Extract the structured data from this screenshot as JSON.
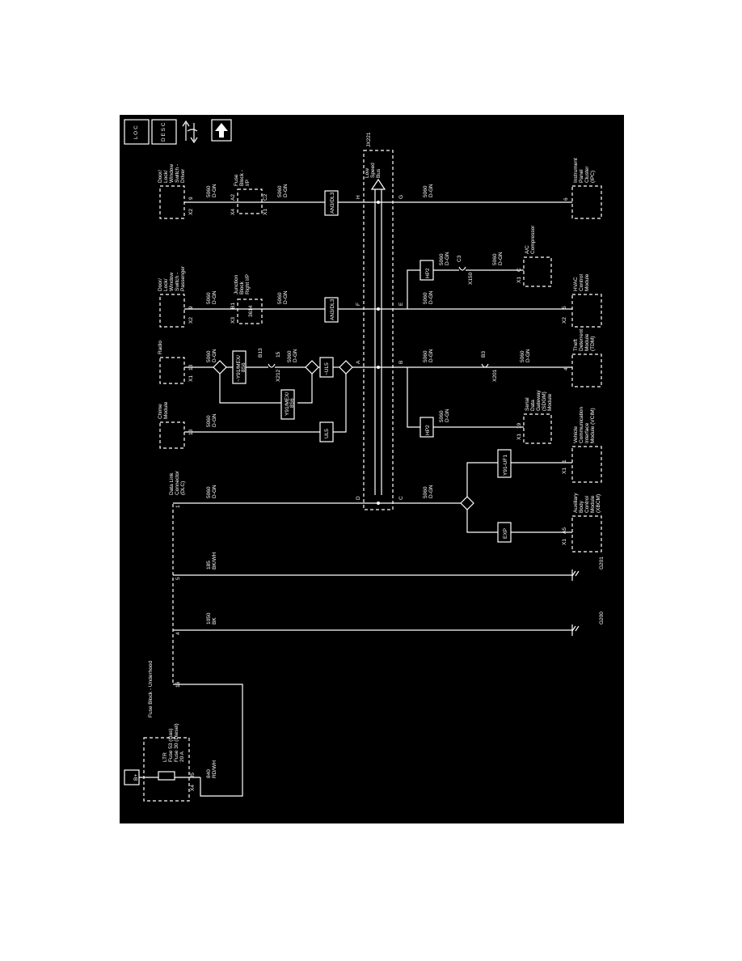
{
  "icons": {
    "loc": "L O C",
    "desc": "D E S C",
    "updown": "up-down-arrows-icon",
    "up": "up-arrow-icon"
  },
  "fuse_block": {
    "label": "B+",
    "title": "Fuse Block - Underhood",
    "fuse1": "LTR",
    "fuse2": "Fuse 53 (Gas)",
    "fuse3": "Fuse 30 (Diesel)",
    "rating": "20 A",
    "conn": "X4",
    "pin": "J5",
    "wire_num": "840",
    "wire_color": "RD/WH"
  },
  "dlc": {
    "title_line1": "Data Link",
    "title_line2": "Connector",
    "title_line3": "(DLC)",
    "pin1": "1",
    "pin4": "4",
    "pin5": "5",
    "pin16": "16",
    "wire1_num": "5060",
    "wire1_color": "D-GN",
    "wire5_num": "185",
    "wire5_color": "BK/WH",
    "wire4_num": "1050",
    "wire4_color": "BK",
    "ground1": "G201",
    "ground2": "G200"
  },
  "modules": {
    "chime": {
      "l1": "Chime",
      "l2": "Module",
      "pin": "13",
      "wire_num": "5060",
      "wire_color": "D-GN"
    },
    "radio": {
      "l1": "Radio",
      "conn": "X1",
      "pin": "13",
      "wire_num": "5060",
      "wire_color": "D-GN"
    },
    "passenger": {
      "l1": "Door/",
      "l2": "Lock/",
      "l3": "Window",
      "l4": "Switch -",
      "l5": "Passenger",
      "conn": "X2",
      "pin": "9",
      "wire_num": "5060",
      "wire_color": "D-GN"
    },
    "driver": {
      "l1": "Door/",
      "l2": "Lock/",
      "l3": "Window",
      "l4": "Switch -",
      "l5": "Driver",
      "conn": "X2",
      "pin": "9",
      "wire_num": "5060",
      "wire_color": "D-GN"
    },
    "junction": {
      "l1": "Junction",
      "l2": "Block",
      "l3": "Right I/P",
      "conn": "X3",
      "pin": "B1",
      "inner": "3614",
      "wire_num": "5060",
      "wire_color": "D-GN"
    },
    "fuse_ip": {
      "l1": "Fuse",
      "l2": "Block -",
      "l3": "I/P",
      "conn_top": "X4",
      "pin_top": "A2",
      "conn_bot": "X1",
      "pin_bot": "C2",
      "wire_num": "5060",
      "wire_color": "D-GN"
    },
    "ipc": {
      "l1": "Instrument",
      "l2": "Panel",
      "l3": "Cluster",
      "l4": "(IPC)",
      "pin": "6",
      "wire_num": "5060",
      "wire_color": "D-GN"
    },
    "hvac": {
      "l1": "HVAC",
      "l2": "Control",
      "l3": "Module",
      "conn": "X2",
      "pin": "5",
      "wire_num": "5060",
      "wire_color": "D-GN"
    },
    "ac_comp": {
      "l1": "A/C",
      "l2": "Compressor",
      "conn": "X1",
      "pin": "C",
      "wire_num": "5060",
      "wire_color": "D-GN",
      "inline_conn": "X150",
      "inline_pin": "C3"
    },
    "tdm": {
      "l1": "Theft",
      "l2": "Deterrent",
      "l3": "Module",
      "l4": "(TDM)",
      "pin": "4",
      "wire_num": "5060",
      "wire_color": "D-GN",
      "inline_conn": "X201",
      "inline_pin": "B3"
    },
    "sdgm": {
      "l1": "Serial",
      "l2": "Data",
      "l3": "Gateway",
      "l4": "(SDGM)",
      "l5": "Module",
      "conn": "X1",
      "pin": "19",
      "wire_num": "5060",
      "wire_color": "D-GN"
    },
    "vcim": {
      "l1": "Vehicle",
      "l2": "Communication",
      "l3": "Interface",
      "l4": "Module (VCIM)",
      "conn": "X1",
      "pin": "1"
    },
    "xbcm": {
      "l1": "Auxiliary",
      "l2": "Body",
      "l3": "Control",
      "l4": "Module",
      "l5": "(XBCM)",
      "conn": "X1",
      "pin": "A5"
    }
  },
  "bus": {
    "l1": "Low",
    "l2": "Speed",
    "l3": "Bus",
    "id": "JX221",
    "letters": {
      "a": "A",
      "b": "B",
      "c": "C",
      "d": "D",
      "e": "E",
      "f": "F",
      "g": "G",
      "h": "H"
    }
  },
  "option_boxes": {
    "ul5_1": "UL5",
    "ul5_2": "~UL5",
    "y91_1": "~Y91/MEX/",
    "y91_1b": "8S6",
    "y91_2": "Y91/MEX/",
    "y91_2b": "8S6",
    "an3_1": "AN3/DL3",
    "an3_2": "AN3/DL3",
    "hp2_1": "HP2",
    "hp2_2": "HP2",
    "y91_4jf1": "Y91-UF1",
    "exp": "EXP"
  },
  "inline": {
    "x212": "X212",
    "b13": "B13",
    "p15": "15"
  }
}
